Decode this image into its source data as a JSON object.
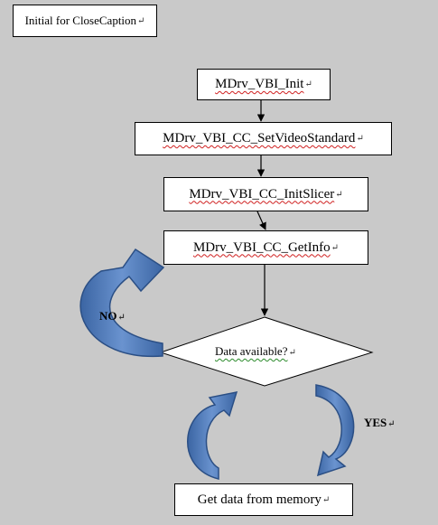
{
  "title": "Initial for CloseCaption",
  "steps": {
    "init": "MDrv_VBI_Init",
    "set_standard": "MDrv_VBI_CC_SetVideoStandard",
    "init_slicer": "MDrv_VBI_CC_InitSlicer",
    "get_info": "MDrv_VBI_CC_GetInfo",
    "decision": "Data available?",
    "get_data": "Get data from memory"
  },
  "branches": {
    "no": "NO",
    "yes": "YES"
  },
  "paragraph_mark": "↵",
  "colors": {
    "background": "#c9c9c9",
    "arrow_fill": "#4f7ab8",
    "arrow_stroke": "#2b4f85"
  }
}
